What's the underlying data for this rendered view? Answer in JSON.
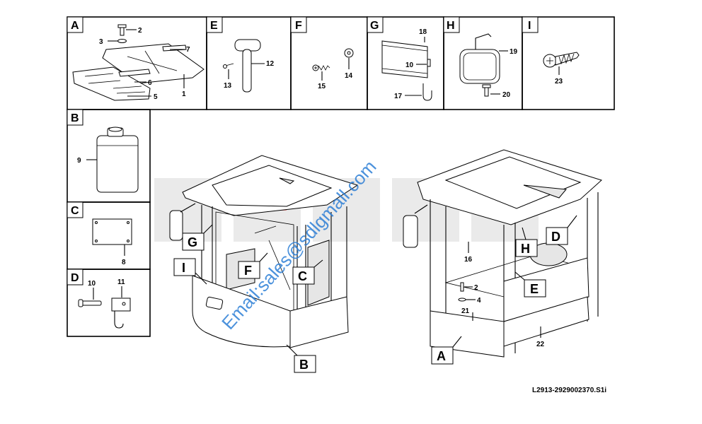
{
  "panels": {
    "A": {
      "letter": "A",
      "labels": [
        "1",
        "2",
        "3",
        "5",
        "6",
        "7"
      ]
    },
    "B": {
      "letter": "B",
      "labels": [
        "9"
      ]
    },
    "C": {
      "letter": "C",
      "labels": [
        "8"
      ]
    },
    "D": {
      "letter": "D",
      "labels": [
        "10",
        "11"
      ]
    },
    "E": {
      "letter": "E",
      "labels": [
        "12",
        "13"
      ]
    },
    "F": {
      "letter": "F",
      "labels": [
        "14",
        "15"
      ]
    },
    "G": {
      "letter": "G",
      "labels": [
        "10",
        "17",
        "18"
      ]
    },
    "H": {
      "letter": "H",
      "labels": [
        "19",
        "20"
      ]
    },
    "I": {
      "letter": "I",
      "labels": [
        "23"
      ]
    }
  },
  "callouts_left": [
    "G",
    "I",
    "F",
    "C",
    "B"
  ],
  "callouts_right": [
    "H",
    "D",
    "E",
    "A"
  ],
  "right_labels": [
    "16",
    "2",
    "4",
    "21",
    "22"
  ],
  "watermark": "Email:sales@sdlgmall.com",
  "drawing_ref": "L2913-2929002370.S1i",
  "colors": {
    "watermark": "#2d7fd6",
    "logo": "#d9d9d9",
    "logo_accent": "#d33"
  }
}
